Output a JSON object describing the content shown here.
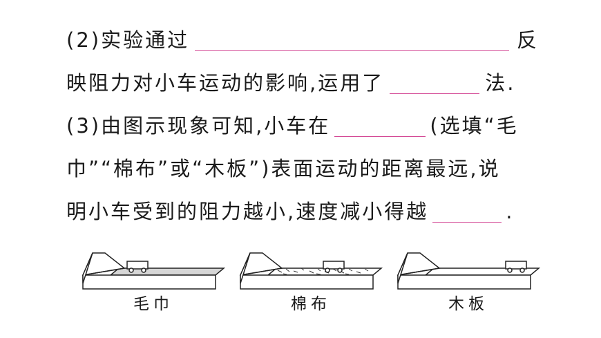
{
  "lines": {
    "l1_a": "(2)实验通过",
    "l1_b": "反",
    "l2_a": "映阻力对小车运动的影响,运用了",
    "l2_b": "法.",
    "l3_a": "(3)由图示现象可知,小车在",
    "l3_b": "(选填“毛",
    "l4": "巾”“棉布”或“木板”)表面运动的距离最远,说",
    "l5_a": "明小车受到的阻力越小,速度减小得越",
    "l5_b": "."
  },
  "figures": [
    {
      "caption": "毛巾",
      "surface": "towel"
    },
    {
      "caption": "棉布",
      "surface": "cotton"
    },
    {
      "caption": "木板",
      "surface": "wood"
    }
  ]
}
